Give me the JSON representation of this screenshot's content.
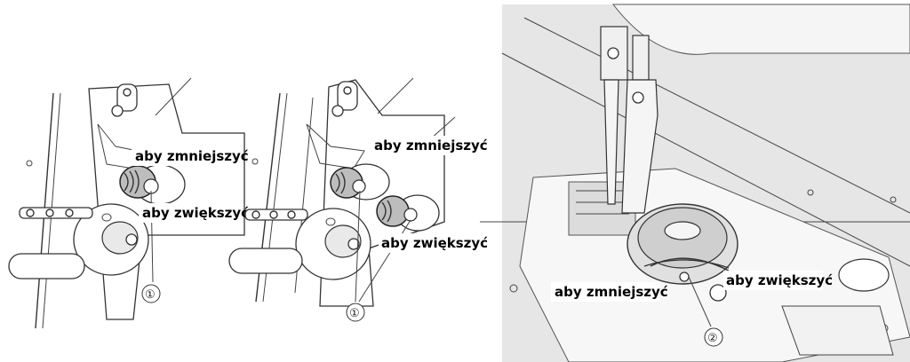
{
  "labels": {
    "panel1_decrease": "aby zmniejszyć",
    "panel1_increase": "aby zwiększyć",
    "panel1_marker": "①",
    "panel2_decrease": "aby zmniejszyć",
    "panel2_increase": "aby zwiększyć",
    "panel2_marker": "①",
    "panel3_decrease": "aby zmniejszyć",
    "panel3_increase": "aby zwiększyć",
    "panel3_marker": "②"
  }
}
